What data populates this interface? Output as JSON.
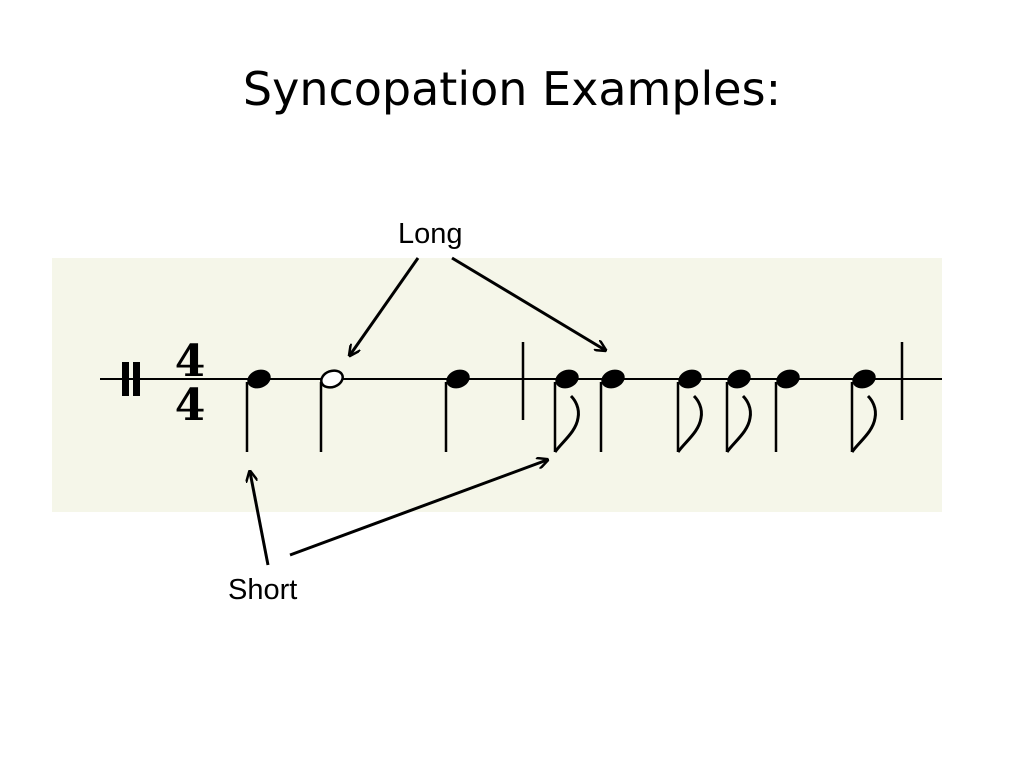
{
  "slide": {
    "title": "Syncopation Examples:"
  },
  "notation": {
    "time_signature": {
      "top": "4",
      "bottom": "4"
    },
    "clef": "percussion-clef",
    "colors": {
      "panel_background": "#f5f6e9",
      "ink": "#000000"
    }
  },
  "callouts": {
    "long_label": "Long",
    "short_label": "Short"
  }
}
